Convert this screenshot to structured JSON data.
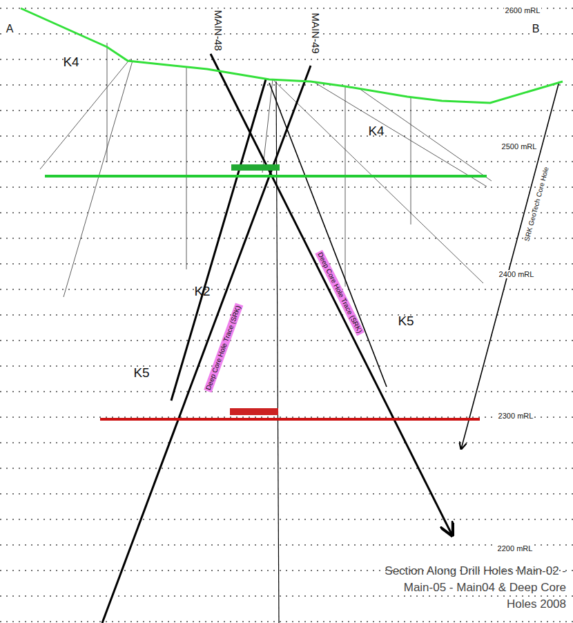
{
  "diagram": {
    "caption": "Section Along Drill Holes Main-02 - Main-05 - Main04 & Deep Core Holes 2008",
    "nodes": [
      {
        "text": [
          "K5",
          "K5"
        ]
      },
      {
        "text": [
          "K4"
        ],
        "in": 0
      },
      {
        "text": [
          "K2"
        ],
        "in": 0
      },
      {
        "text": [
          "K4"
        ],
        "in": 0
      }
    ],
    "labels": [
      "2600 mRL",
      "A",
      "B",
      "MAIN-48",
      "MAIN-49",
      "2500 mRL",
      "2400 mRL",
      "2300 mRL",
      "2200 mRL",
      "Deep Core Hole Trace (SRK)",
      "Deep Core Hole Trace (SRK)",
      "SRK GeoTech Core Hole"
    ]
  }
}
